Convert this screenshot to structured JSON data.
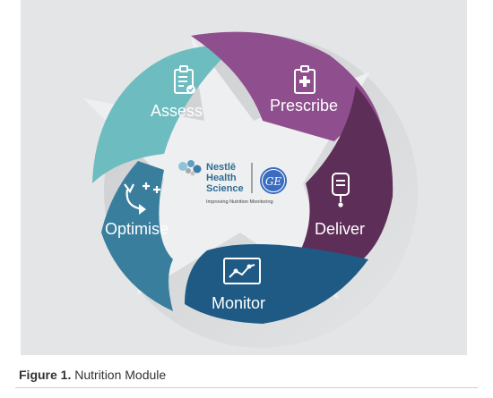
{
  "diagram": {
    "segments": [
      {
        "label": "Assess",
        "icon": "clipboard-check-icon",
        "color": "#6dbcbf"
      },
      {
        "label": "Prescribe",
        "icon": "clipboard-cross-icon",
        "color": "#8f4e8d"
      },
      {
        "label": "Deliver",
        "icon": "iv-bag-icon",
        "color": "#5d2f58"
      },
      {
        "label": "Monitor",
        "icon": "monitor-chart-icon",
        "color": "#1f5a84"
      },
      {
        "label": "Optimise",
        "icon": "refresh-plus-icon",
        "color": "#3a7e9e"
      }
    ],
    "center": {
      "brand_line1": "Nestlē",
      "brand_line2": "Health",
      "brand_line3": "Science",
      "partner_logo": "GE",
      "tagline": "Improving Nutrition Monitoring"
    }
  },
  "caption": {
    "figure_label": "Figure 1.",
    "text": "Nutrition Module"
  }
}
